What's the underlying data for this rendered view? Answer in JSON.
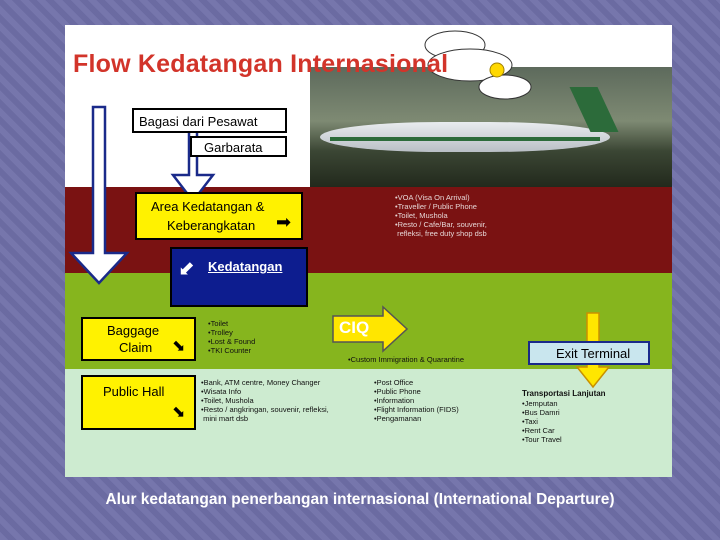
{
  "title": "Flow Kedatangan Internasional",
  "boxes": {
    "bagasi": "Bagasi dari Pesawat",
    "garbarata": "Garbarata",
    "area_line1": "Area Kedatangan &",
    "area_line2": "Keberangkatan",
    "kedatangan": "Kedatangan",
    "baggage_line1": "Baggage",
    "baggage_line2": "Claim",
    "public_hall": "Public Hall",
    "ciq": "CIQ",
    "exit_terminal": "Exit Terminal"
  },
  "area_facilities": "•VOA (Visa On Arrival)\n•Traveller / Public Phone\n•Toilet, Mushola\n•Resto / Cafe/Bar, souvenir,\n refleksi, free duty shop dsb",
  "baggage_facilities": "•Toilet\n•Trolley\n•Lost & Found\n•TKI Counter",
  "ciq_note": "•Custom Immigration & Quarantine",
  "public_hall_col1": "•Bank, ATM centre, Money Changer\n•Wisata Info\n•Toilet, Mushola\n•Resto / angkringan, souvenir, refleksi,\n mini mart dsb",
  "public_hall_col2": "•Post Office\n•Public Phone\n•Information\n•Flight Information (FIDS)\n•Pengamanan",
  "transport_title": "Transportasi Lanjutan",
  "transport_items": "•Jemputan\n•Bus Damri\n•Taxi\n•Rent Car\n•Tour Travel",
  "caption": "Alur kedatangan penerbangan internasional (International Departure)",
  "colors": {
    "title": "#d2342a",
    "band_red": "#7a1212",
    "band_lime": "#86b51e",
    "band_green": "#cdebd0",
    "box_yellow": "#fff200",
    "box_blue": "#0d1d8f",
    "arrow_outline": "#1a2a8a"
  }
}
